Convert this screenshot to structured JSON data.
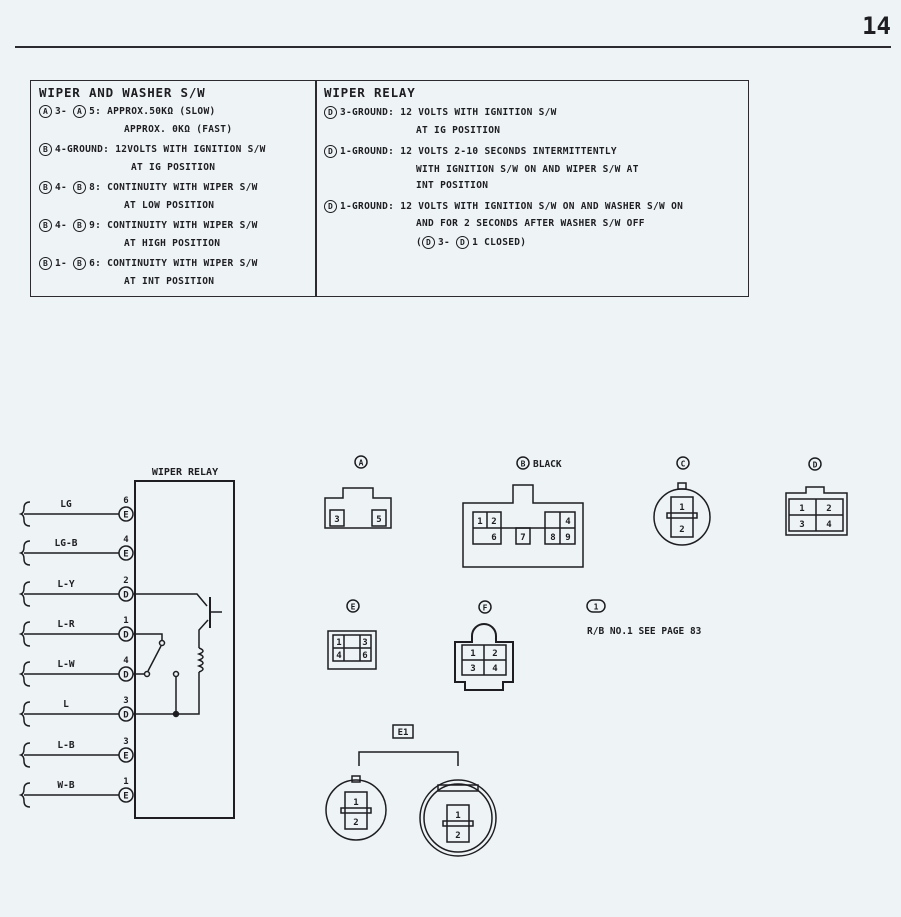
{
  "header": {
    "page_number": "14"
  },
  "washer_switch": {
    "title": "WIPER AND WASHER S/W",
    "lines": [
      {
        "c1": "A",
        "t1": "3-",
        "c2": "A",
        "t2": "5: APPROX.50KΩ (SLOW)"
      },
      {
        "t": "APPROX. 0KΩ (FAST)"
      },
      {
        "c1": "B",
        "t1": "4-GROUND: 12VOLTS WITH IGNITION S/W"
      },
      {
        "t": "AT IG POSITION"
      },
      {
        "c1": "B",
        "t1": "4-",
        "c2": "B",
        "t2": "8: CONTINUITY WITH WIPER S/W"
      },
      {
        "t": "AT LOW POSITION"
      },
      {
        "c1": "B",
        "t1": "4-",
        "c2": "B",
        "t2": "9: CONTINUITY WITH WIPER S/W"
      },
      {
        "t": "AT HIGH POSITION"
      },
      {
        "c1": "B",
        "t1": "1-",
        "c2": "B",
        "t2": "6: CONTINUITY WITH WIPER S/W"
      },
      {
        "t": "AT INT POSITION"
      }
    ]
  },
  "wiper_relay_spec": {
    "title": "WIPER RELAY",
    "lines": [
      {
        "c1": "D",
        "t1": "3-GROUND: 12 VOLTS WITH IGNITION S/W"
      },
      {
        "t": "AT IG POSITION"
      },
      {
        "c1": "D",
        "t1": "1-GROUND: 12 VOLTS 2-10 SECONDS INTERMITTENTLY"
      },
      {
        "t": "WITH IGNITION S/W ON AND WIPER S/W AT"
      },
      {
        "t": "INT POSITION"
      },
      {
        "c1": "D",
        "t1": "1-GROUND: 12 VOLTS WITH IGNITION S/W ON AND WASHER S/W  ON"
      },
      {
        "t": "AND FOR 2 SECONDS AFTER WASHER S/W OFF"
      },
      {
        "p": "(",
        "c1": "D",
        "t1": "3-",
        "c2": "D",
        "t2": "1 CLOSED)"
      }
    ]
  },
  "relay": {
    "title": "WIPER RELAY",
    "wires": [
      {
        "color": "LG",
        "pin": "6",
        "conn": "E"
      },
      {
        "color": "LG-B",
        "pin": "4",
        "conn": "E"
      },
      {
        "color": "L-Y",
        "pin": "2",
        "conn": "D"
      },
      {
        "color": "L-R",
        "pin": "1",
        "conn": "D"
      },
      {
        "color": "L-W",
        "pin": "4",
        "conn": "D"
      },
      {
        "color": "L",
        "pin": "3",
        "conn": "D"
      },
      {
        "color": "L-B",
        "pin": "3",
        "conn": "E"
      },
      {
        "color": "W-B",
        "pin": "1",
        "conn": "E"
      }
    ]
  },
  "connectors": {
    "A": {
      "label": "A",
      "pins": [
        "3",
        "5"
      ]
    },
    "B": {
      "label": "B",
      "color": "BLACK",
      "pins": [
        "1",
        "2",
        "4",
        "6",
        "7",
        "8",
        "9"
      ]
    },
    "C": {
      "label": "C",
      "pins": [
        "1",
        "2"
      ]
    },
    "D": {
      "label": "D",
      "pins": [
        "1",
        "2",
        "3",
        "4"
      ]
    },
    "E": {
      "label": "E",
      "pins": [
        "1",
        "3",
        "4",
        "6"
      ]
    },
    "F": {
      "label": "F",
      "pins": [
        "1",
        "2",
        "3",
        "4"
      ]
    },
    "E1": {
      "label": "E1",
      "pins_left": [
        "1",
        "2"
      ],
      "pins_right": [
        "1",
        "2"
      ]
    }
  },
  "note": {
    "number": "1",
    "text": "R/B NO.1 SEE PAGE 83"
  }
}
